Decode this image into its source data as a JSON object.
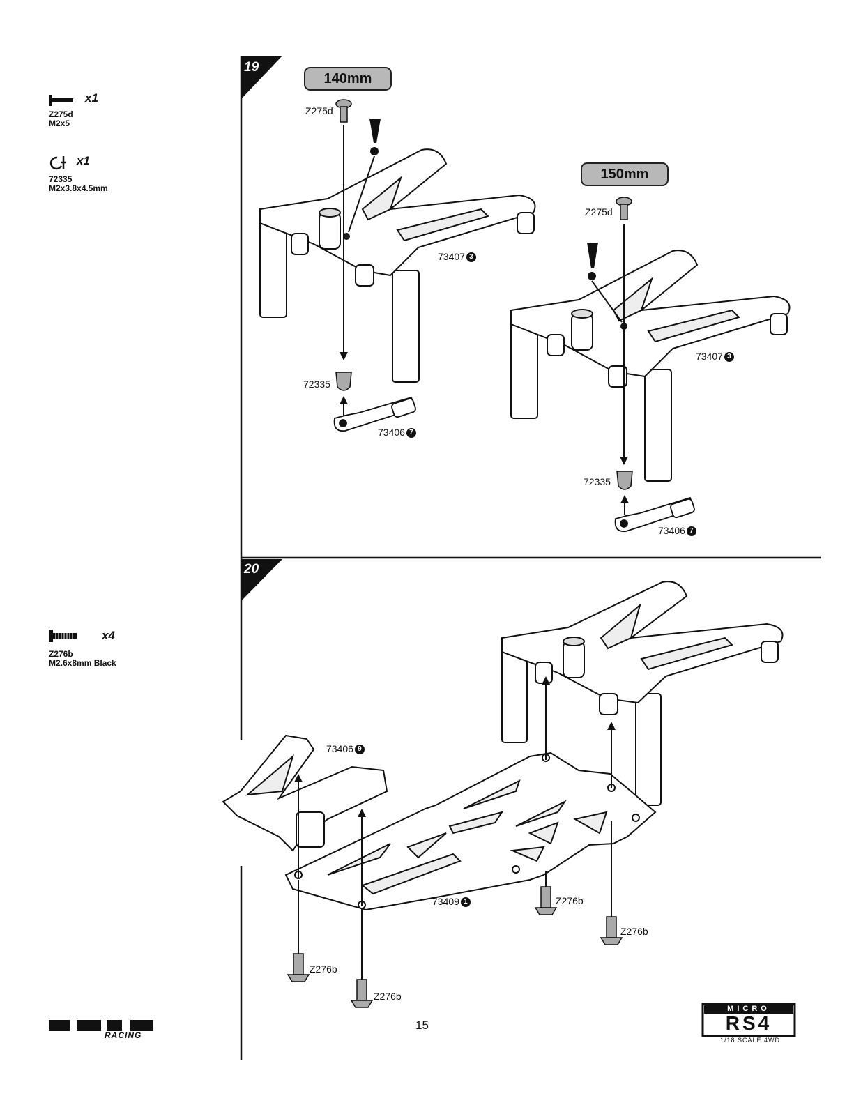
{
  "page_number": "15",
  "sidebar": {
    "step19_parts": [
      {
        "code": "Z275d",
        "size": "M2x5",
        "qty": "x1",
        "icon": "screw-icon"
      },
      {
        "code": "72335",
        "size": "M2x3.8x4.5mm",
        "qty": "x1",
        "icon": "nut-icon"
      }
    ],
    "step20_parts": [
      {
        "code": "Z276b",
        "size": "M2.6x8mm Black",
        "qty": "x4",
        "icon": "flat-screw-icon"
      }
    ]
  },
  "step19": {
    "number": "19",
    "left": {
      "length": "140mm",
      "screw": "Z275d",
      "frame": {
        "code": "73407",
        "circle": "3"
      },
      "ballcup": "72335",
      "end": {
        "code": "73406",
        "circle": "7"
      }
    },
    "right": {
      "length": "150mm",
      "screw": "Z275d",
      "frame": {
        "code": "73407",
        "circle": "3"
      },
      "ballcup": "72335",
      "end": {
        "code": "73406",
        "circle": "7"
      }
    }
  },
  "step20": {
    "number": "20",
    "mount": {
      "code": "73406",
      "circle": "9"
    },
    "plate": {
      "code": "73409",
      "circle": "1"
    },
    "screws": [
      "Z276b",
      "Z276b",
      "Z276b",
      "Z276b"
    ]
  },
  "brand": {
    "logo_text": "HPI",
    "sub": "RACING"
  },
  "product": {
    "line1": "MICRO",
    "line2": "RS4",
    "line3": "1/18 SCALE 4WD"
  }
}
